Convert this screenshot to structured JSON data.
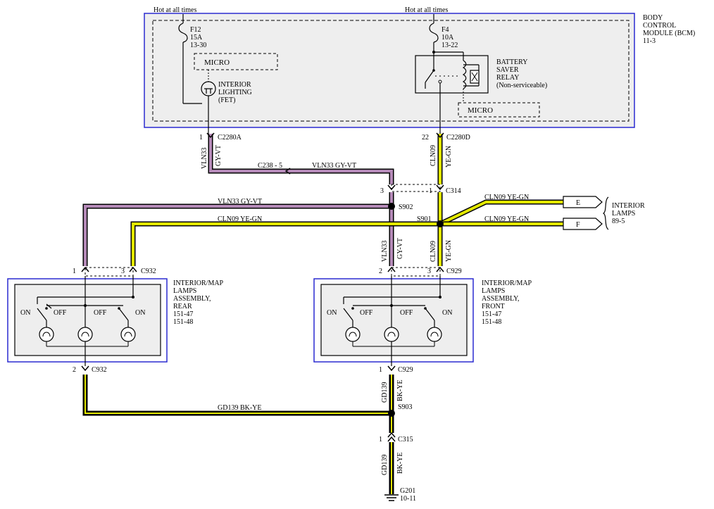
{
  "bcm": {
    "hot_left": "Hot at all times",
    "hot_right": "Hot at all times",
    "title_lines": [
      "BODY",
      "CONTROL",
      "MODULE (BCM)",
      "11-3"
    ],
    "fuse_left": [
      "F12",
      "15A",
      "13-30"
    ],
    "fuse_right": [
      "F4",
      "10A",
      "13-22"
    ],
    "micro_left": "MICRO",
    "micro_right": "MICRO",
    "fet_lines": [
      "INTERIOR",
      "LIGHTING",
      "(FET)"
    ],
    "relay_lines": [
      "BATTERY",
      "SAVER",
      "RELAY",
      "(Non-serviceable)"
    ]
  },
  "connectors": {
    "c2280a": "C2280A",
    "c2280a_pin": "1",
    "c2280d": "C2280D",
    "c2280d_pin": "22",
    "c238": "C238 - 5",
    "c314": "C314",
    "c314_pin_left": "3",
    "c314_pin_right": "1",
    "s902": "S902",
    "s901": "S901",
    "c932_top": "C932",
    "c932_top_pin1": "1",
    "c932_top_pin3": "3",
    "c929_top": "C929",
    "c929_top_pin2": "2",
    "c929_top_pin3": "3",
    "c932_bot": "C932",
    "c932_bot_pin": "2",
    "c929_bot": "C929",
    "c929_bot_pin": "1",
    "s903": "S903",
    "c315": "C315",
    "c315_pin": "1",
    "g201_lines": [
      "G201",
      "10-11"
    ]
  },
  "wires": {
    "vln33": "VLN33",
    "gy_vt": "GY-VT",
    "cln09": "CLN09",
    "ye_gn": "YE-GN",
    "gd139": "GD139",
    "bk_ye": "BK-YE",
    "vln33_gyvt": "VLN33  GY-VT",
    "cln09_yegn": "CLN09  YE-GN",
    "gd139_bkye": "GD139  BK-YE"
  },
  "interior_lamps": {
    "e": "E",
    "f": "F",
    "label_lines": [
      "INTERIOR",
      "LAMPS",
      "89-5"
    ]
  },
  "rear_lamp": {
    "label_lines": [
      "INTERIOR/MAP",
      "LAMPS",
      "ASSEMBLY,",
      "REAR",
      "151-47",
      "151-48"
    ],
    "on_left": "ON",
    "off_left": "OFF",
    "off_right": "OFF",
    "on_right": "ON"
  },
  "front_lamp": {
    "label_lines": [
      "INTERIOR/MAP",
      "LAMPS",
      "ASSEMBLY,",
      "FRONT",
      "151-47",
      "151-48"
    ],
    "on_left": "ON",
    "off_left": "OFF",
    "off_right": "OFF",
    "on_right": "ON"
  },
  "colors": {
    "violet_wire": "#b58ab8",
    "yellow_wire": "#e3e800",
    "black_wire": "#111111",
    "box_border": "#2a2ad0",
    "module_fill": "#eeeeee"
  }
}
